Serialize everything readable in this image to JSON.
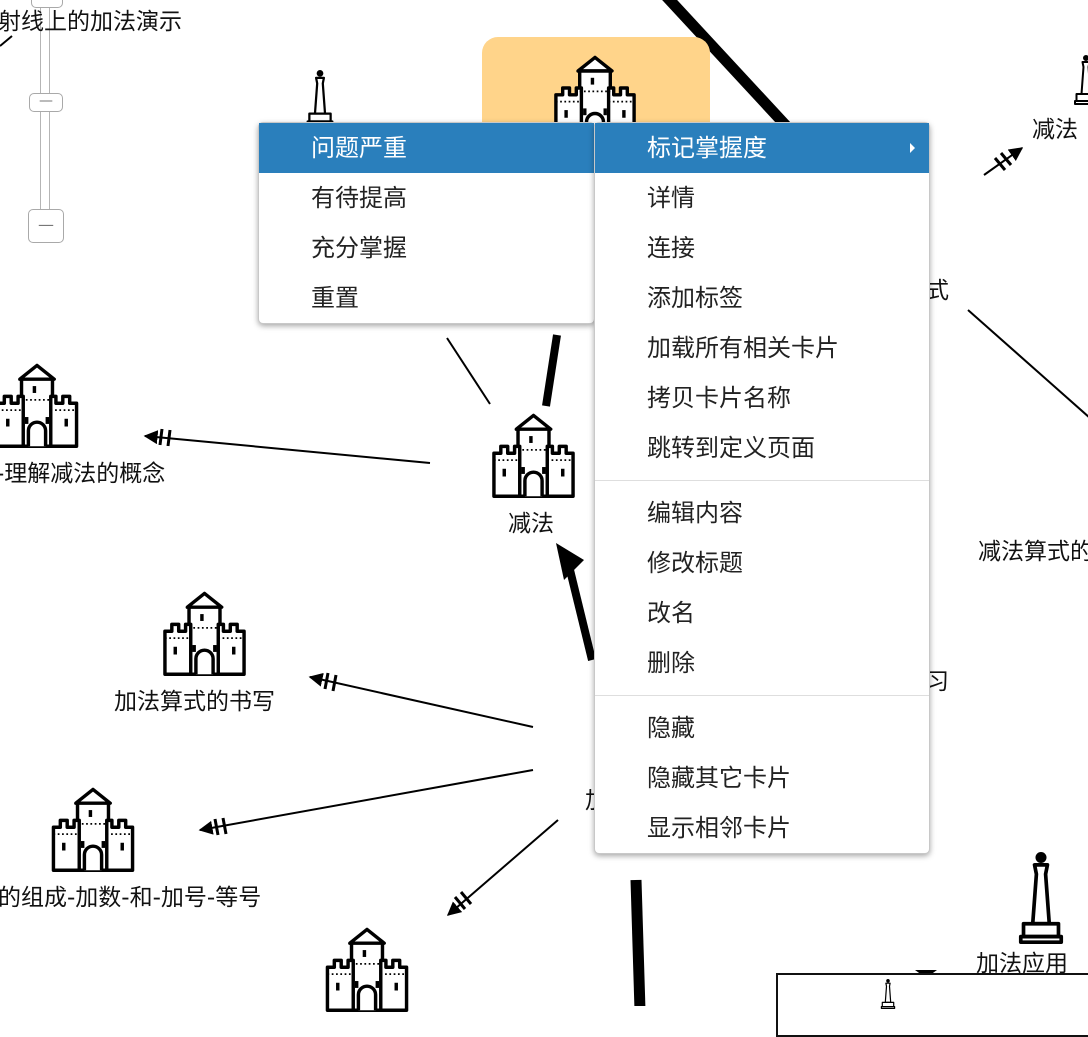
{
  "nodes": {
    "ray_addition": "射线上的加法演示",
    "subtraction_concept": "-理解减法的概念",
    "subtraction": "减法",
    "addition_formula_writing": "加法算式的书写",
    "addition_composition": "的组成-加数-和-加号-等号",
    "subtraction_formula_right": "减法算式的",
    "subtraction_top_right": "减法",
    "addition_application": "加法应用",
    "partial_shi": "式",
    "partial_xi": "习",
    "partial_jia": "加"
  },
  "submenu": {
    "items": [
      {
        "label": "问题严重"
      },
      {
        "label": "有待提高"
      },
      {
        "label": "充分掌握"
      },
      {
        "label": "重置"
      }
    ]
  },
  "context_menu": {
    "group1": [
      {
        "label": "标记掌握度"
      },
      {
        "label": "详情"
      },
      {
        "label": "连接"
      },
      {
        "label": "添加标签"
      },
      {
        "label": "加载所有相关卡片"
      },
      {
        "label": "拷贝卡片名称"
      },
      {
        "label": "跳转到定义页面"
      }
    ],
    "group2": [
      {
        "label": "编辑内容"
      },
      {
        "label": "修改标题"
      },
      {
        "label": "改名"
      },
      {
        "label": "删除"
      }
    ],
    "group3": [
      {
        "label": "隐藏"
      },
      {
        "label": "隐藏其它卡片"
      },
      {
        "label": "显示相邻卡片"
      }
    ]
  },
  "icons": {
    "castle": "castle-icon",
    "tower": "lighthouse-tower-icon",
    "zoom_out": "minus-icon"
  },
  "colors": {
    "menu_highlight": "#2a7fbc",
    "selected_node": "#ffd48a"
  }
}
